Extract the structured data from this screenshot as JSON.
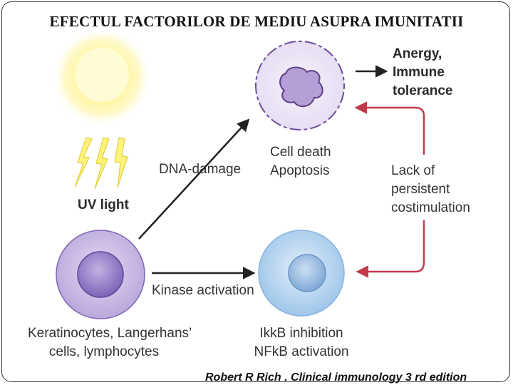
{
  "title": "EFECTUL FACTORILOR DE MEDIU ASUPRA IMUNITATII",
  "labels": {
    "uv_light": "UV light",
    "dna_damage": "DNA-damage",
    "kinase_activation": "Kinase activation",
    "cell_death_line1": "Cell death",
    "cell_death_line2": "Apoptosis",
    "anergy_line1": "Anergy,",
    "anergy_line2": "Immune",
    "anergy_line3": "tolerance",
    "lack_line1": "Lack of",
    "lack_line2": "persistent",
    "lack_line3": "costimulation",
    "keratinocytes_line1": "Keratinocytes, Langerhans’",
    "keratinocytes_line2": "cells, lymphocytes",
    "ikkb_line1": "IkkB inhibition",
    "ikkb_line2": "NFkB activation"
  },
  "source": "Robert R Rich . Clinical immunology 3 rd edition",
  "colors": {
    "sun": "#fff27a",
    "cell_purple": "#cbbde6",
    "cell_blue": "#b8d6f2",
    "arrow_dark": "#222222",
    "arrow_red": "#c23a4a"
  }
}
